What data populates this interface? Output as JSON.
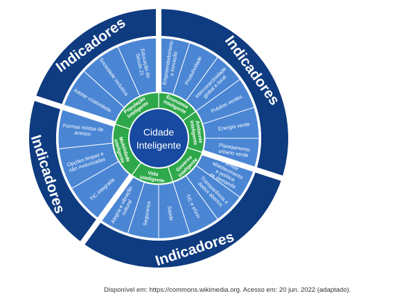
{
  "center": {
    "line1": "Cidade",
    "line2": "Inteligente"
  },
  "colors": {
    "outer_ring": "#0f3b80",
    "indicator_sector": "#4a86d4",
    "green_ring": "#2ea84a",
    "center": "#174aa0",
    "divider": "#ffffff"
  },
  "groups": [
    {
      "outer_label": "Indicadores",
      "dimensions": [
        {
          "label": [
            "Economia",
            "inteligente"
          ],
          "indicators": [
            [
              "Empreendedorismo",
              "e inovação"
            ],
            [
              "Produtividade"
            ],
            [
              "Interconectividade",
              "global e local"
            ]
          ]
        },
        {
          "label": [
            "Ambiente",
            "inteligente"
          ],
          "indicators": [
            [
              "Prédios verdes"
            ],
            [
              "Energia verde"
            ],
            [
              "Planejamento",
              "urbano verde"
            ]
          ]
        }
      ]
    },
    {
      "outer_label": "Indicadores",
      "dimensions": [
        {
          "label": [
            "Governo",
            "inteligente"
          ],
          "indicators": [
            [
              "Permitir",
              "abastecimento",
              "e política",
              "de demanda"
            ],
            [
              "Transparência e",
              "dados abertos"
            ],
            [
              "TIC e eGov"
            ]
          ]
        },
        {
          "label": [
            "Vida",
            "inteligente"
          ],
          "indicators": [
            [
              "Saúde"
            ],
            [
              "Segurança"
            ],
            [
              "Alegria e vibração",
              "cultural"
            ]
          ]
        }
      ]
    },
    {
      "outer_label": "Indicadores",
      "dimensions": [
        {
          "label": [
            "Mobilidade",
            "inteligente"
          ],
          "indicators": [
            [
              "TIC integrada"
            ],
            [
              "Opções limpas e",
              "não motorizadas"
            ],
            [
              "Formas mistas de",
              "acesso"
            ]
          ]
        }
      ]
    },
    {
      "outer_label": "Indicadores",
      "dimensions": [
        {
          "label": [
            "População",
            "inteligente"
          ],
          "indicators": [
            [
              "Adotar criatividade"
            ],
            [
              "Sociedade inclusiva"
            ],
            [
              "Educação do",
              "Século 21"
            ]
          ]
        }
      ]
    }
  ],
  "caption": "Disponível em: https://commons.wikimedia.org. Acesso em: 20 jun. 2022 (adaptado)."
}
